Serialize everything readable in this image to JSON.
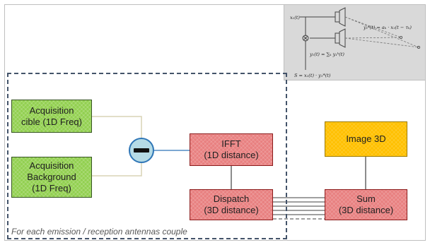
{
  "diagram": {
    "boxes": {
      "acq_cible": {
        "lines": [
          "Acquisition",
          "cible (1D Freq)"
        ]
      },
      "acq_background": {
        "lines": [
          "Acquisition",
          "Background",
          "(1D Freq)"
        ]
      },
      "ifft": {
        "lines": [
          "IFFT",
          "(1D distance)"
        ]
      },
      "dispatch": {
        "lines": [
          "Dispatch",
          "(3D distance)"
        ]
      },
      "sum": {
        "lines": [
          "Sum",
          "(3D distance)"
        ]
      },
      "image3d": {
        "lines": [
          "Image 3D"
        ]
      }
    },
    "operator_icon": "minus-icon",
    "caption": "For each emission / reception antennas couple",
    "colors": {
      "acquisition": "#92d050",
      "processing": "#e88080",
      "output": "#ffc000",
      "operator": "#b5dbe6",
      "region_border": "#44546a"
    }
  },
  "inset": {
    "signal_left": "x₁(t)",
    "signal_right": "y₁ᵏ(t) = aₖ · x₁(t − τₖ)",
    "sum_label": "y₁(t) = ∑ₖ y₁ᵏ(t)",
    "result_label": "S = x₁(t) · y₁*(t)"
  }
}
